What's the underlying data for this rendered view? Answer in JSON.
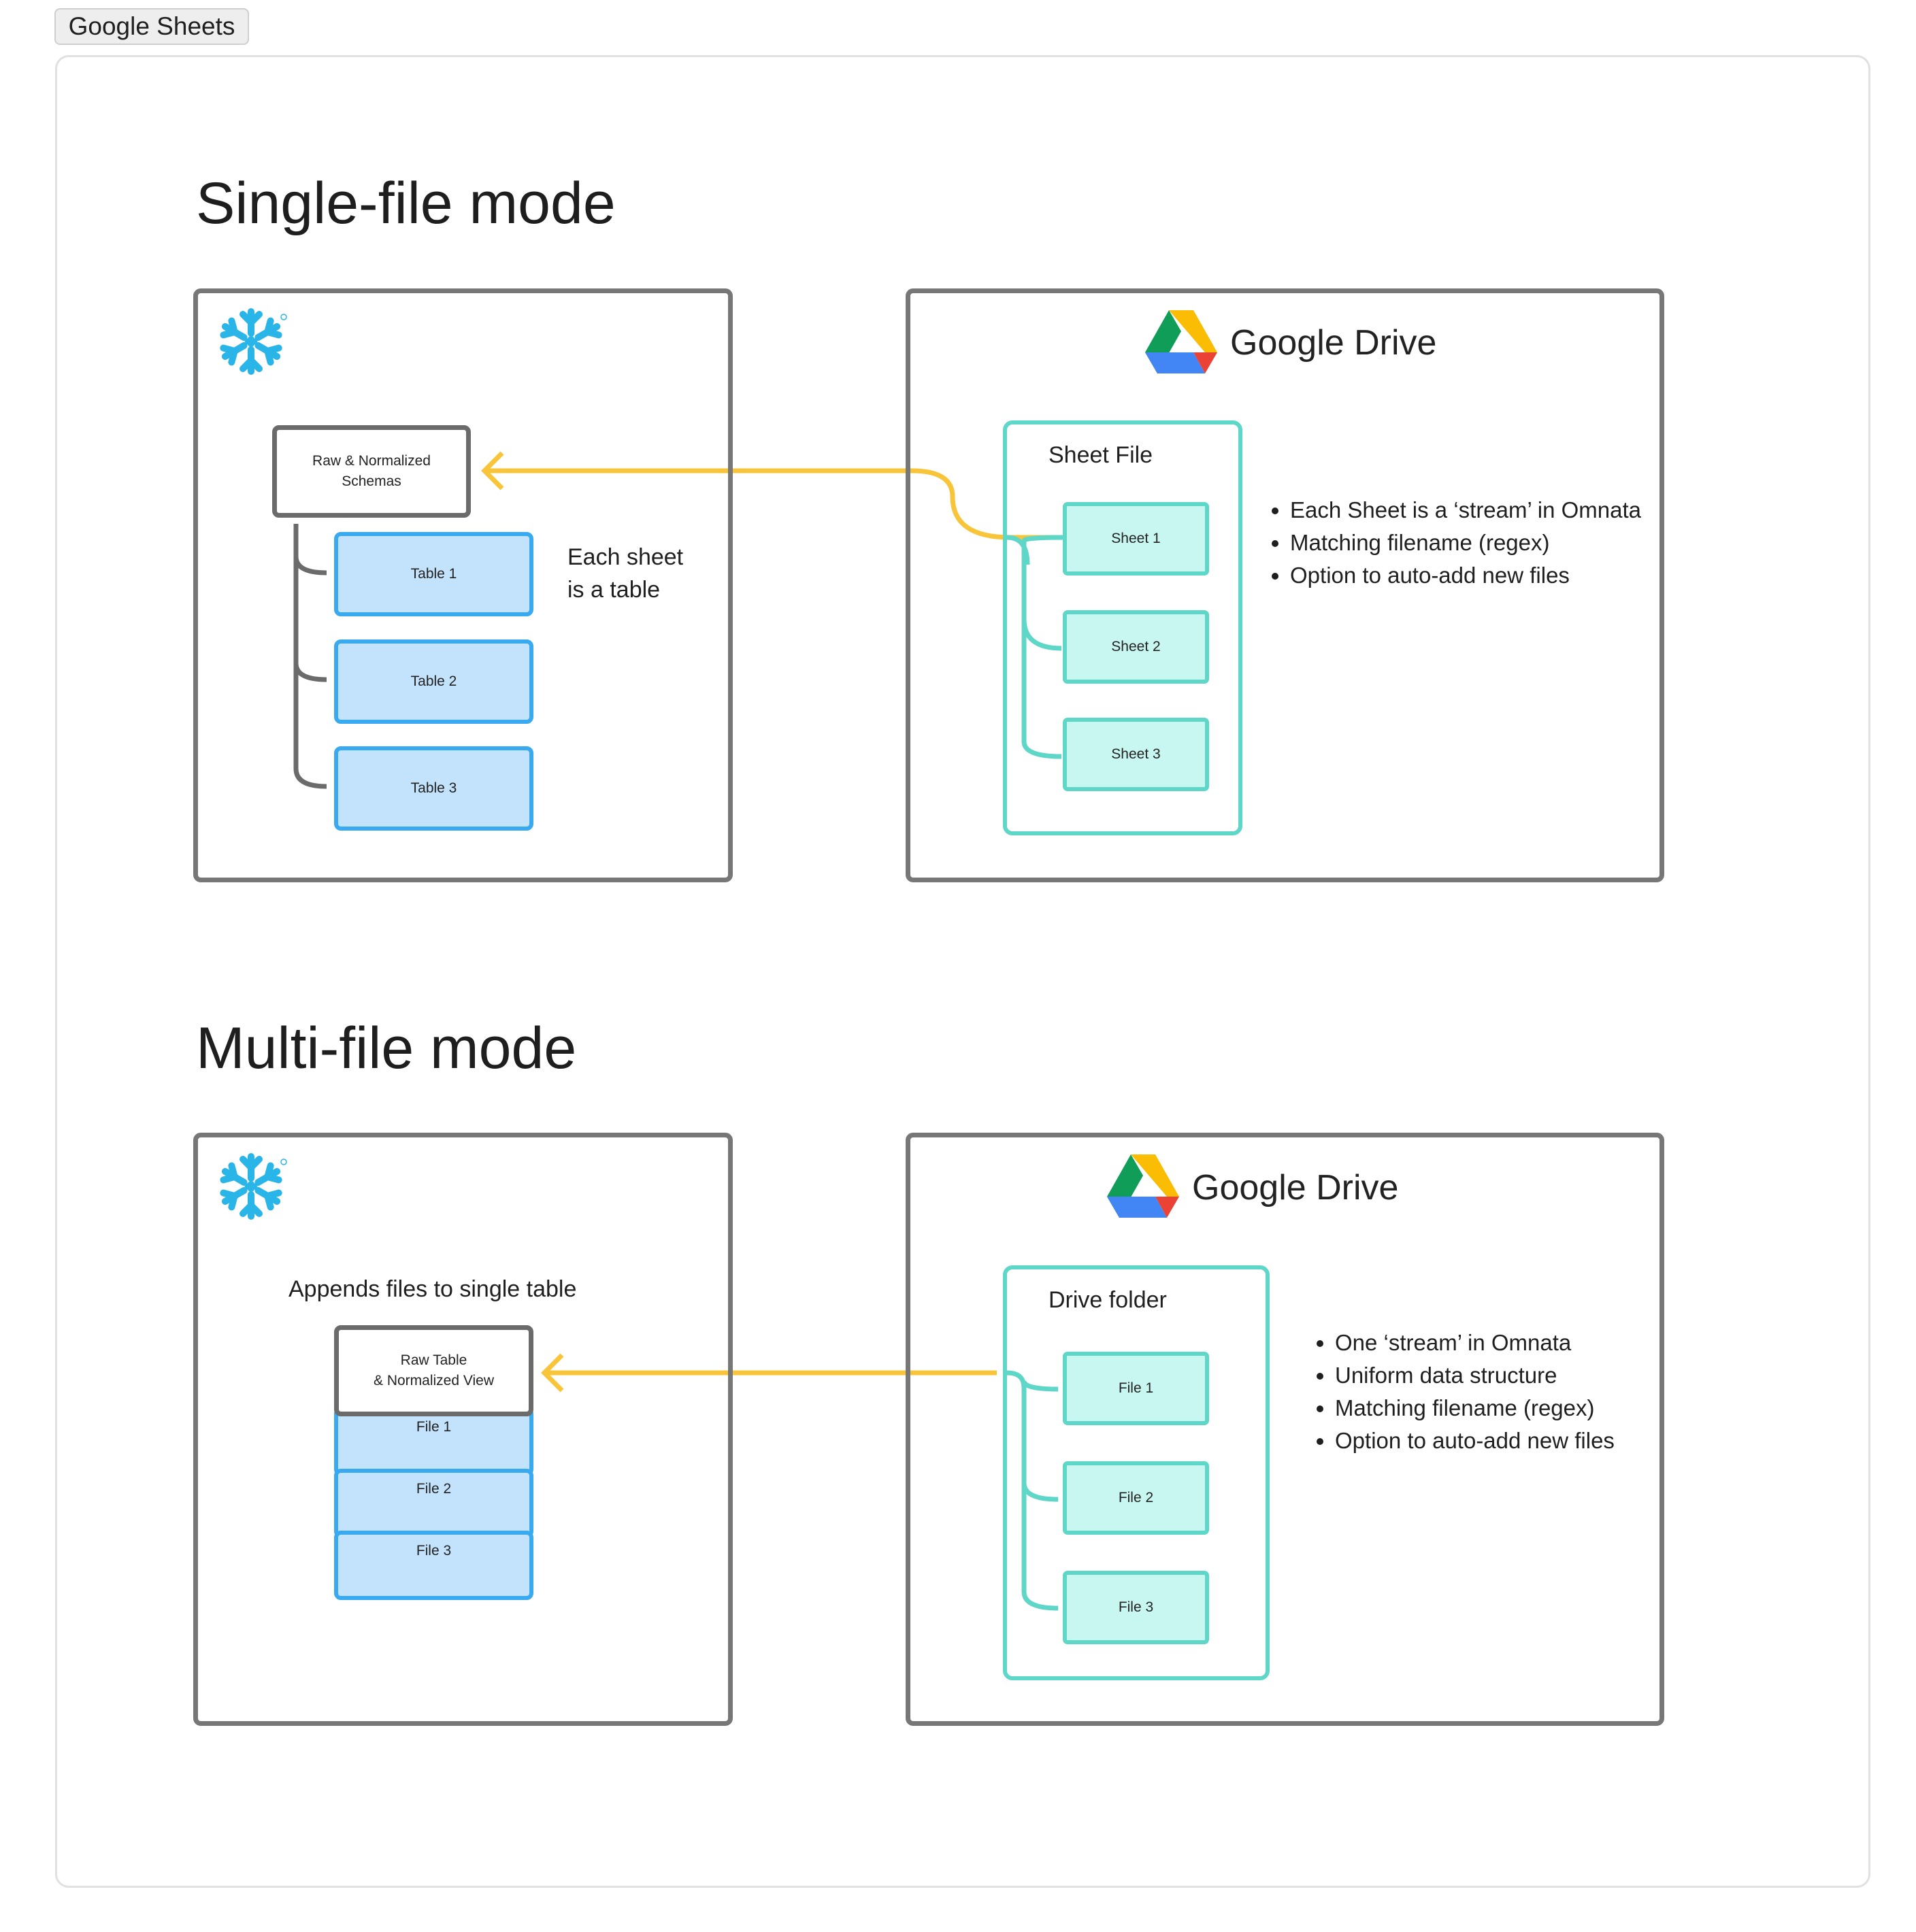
{
  "tab": {
    "label": "Google Sheets"
  },
  "single": {
    "title": "Single-file mode",
    "schemas_line1": "Raw & Normalized",
    "schemas_line2": "Schemas",
    "tables": [
      "Table 1",
      "Table 2",
      "Table 3"
    ],
    "note_line1": "Each sheet",
    "note_line2": "is a table",
    "drive_label": "Google Drive",
    "sheet_file_label": "Sheet File",
    "sheets": [
      "Sheet 1",
      "Sheet 2",
      "Sheet 3"
    ],
    "bullets": [
      "Each Sheet is a ‘stream’ in Omnata",
      "Matching filename (regex)",
      "Option to auto-add new files"
    ]
  },
  "multi": {
    "title": "Multi-file mode",
    "appends_label": "Appends files to single table",
    "raw_line1": "Raw Table",
    "raw_line2": "& Normalized View",
    "files_left": [
      "File 1",
      "File 2",
      "File 3"
    ],
    "drive_label": "Google Drive",
    "folder_label": "Drive folder",
    "files_right": [
      "File 1",
      "File 2",
      "File 3"
    ],
    "bullets": [
      "One ‘stream’ in Omnata",
      "Uniform data structure",
      "Matching filename (regex)",
      "Option to auto-add new files"
    ]
  },
  "colors": {
    "arrow": "#f8c53a",
    "teal": "#5ed6c8",
    "blue": "#3aaaf0",
    "snowflake": "#29b5e8"
  },
  "icons": [
    "snowflake-icon",
    "google-drive-icon"
  ]
}
